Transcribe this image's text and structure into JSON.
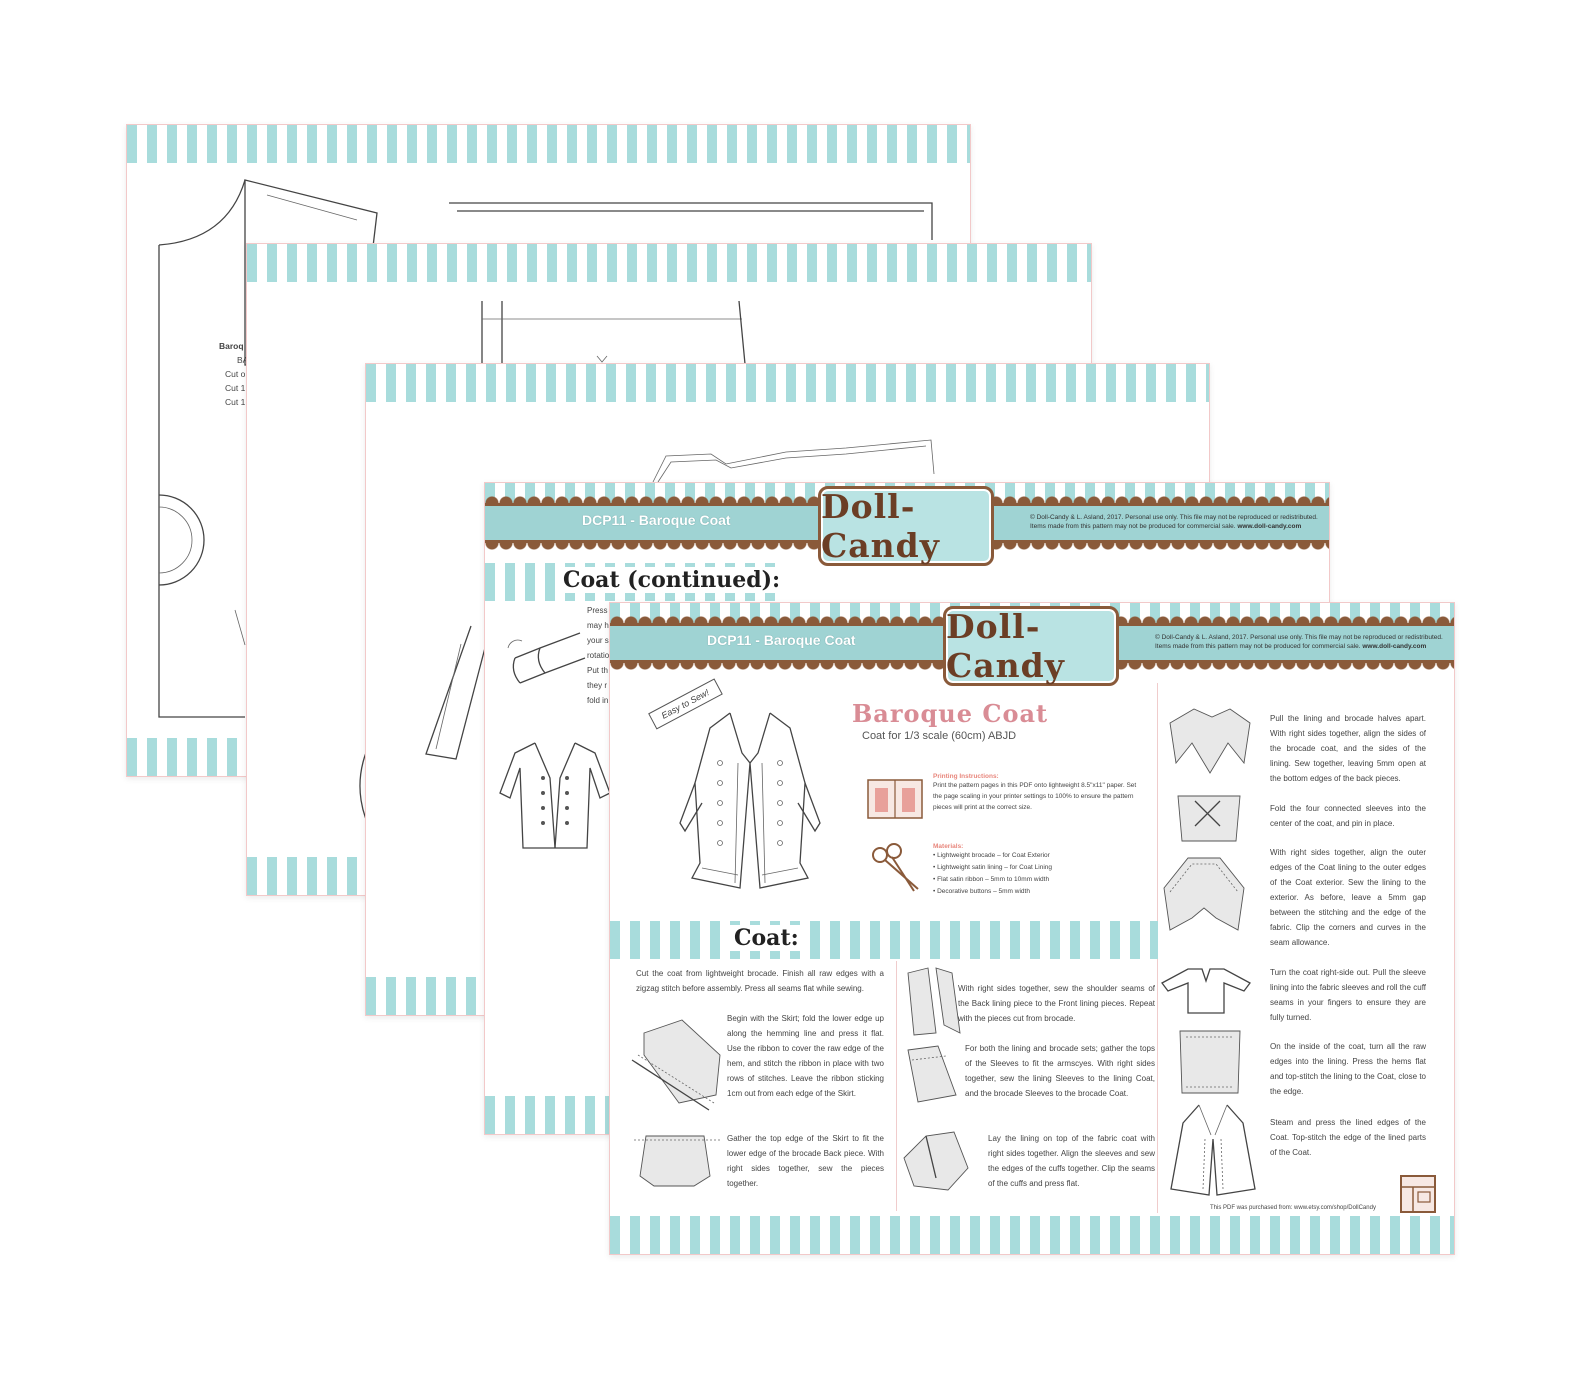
{
  "sheet1": {
    "piece_title": "Baroq",
    "piece_lines": [
      "BA",
      "Cut o",
      "Cut 1",
      "Cut 1"
    ]
  },
  "sheet4": {
    "code": "DCP11 - Baroque Coat",
    "logo": "Doll-Candy",
    "copyright": "© Doll-Candy & L. Asland, 2017. Personal use only. This file may not be reproduced or redistributed. Items made from this pattern may not be produced for commercial sale.",
    "website": "www.doll-candy.com",
    "heading": "Coat (continued):",
    "lines": [
      "Press",
      "may h",
      "your s",
      "rotatio",
      "",
      "Put th",
      "they r",
      "fold in"
    ]
  },
  "front": {
    "code": "DCP11 - Baroque Coat",
    "logo": "Doll-Candy",
    "copyright": "© Doll-Candy & L. Asland, 2017. Personal use only. This file may not be reproduced or redistributed. Items made from this pattern may not be produced for commercial sale.",
    "website": "www.doll-candy.com",
    "badge": "Easy to Sew!",
    "title": "Baroque Coat",
    "subtitle": "Coat for 1/3 scale (60cm) ABJD",
    "printing_heading": "Printing Instructions:",
    "printing_text": "Print the pattern pages in this PDF onto lightweight 8.5\"x11\" paper. Set the page scaling in your printer settings to 100% to ensure the pattern pieces will print at the correct size.",
    "materials_heading": "Materials:",
    "materials": [
      "Lightweight brocade – for Coat Exterior",
      "Lightweight satin lining – for Coat Lining",
      "Flat satin ribbon – 5mm to 10mm width",
      "Decorative buttons – 5mm width"
    ],
    "section_heading": "Coat:",
    "intro": "Cut the coat from lightweight brocade. Finish all raw edges with a zigzag stitch before assembly. Press all seams flat while sewing.",
    "steps_left": [
      "Begin with the Skirt; fold the lower edge up along the hemming line and press it flat. Use the ribbon to cover the raw edge of the hem, and stitch the ribbon in place with two rows of stitches. Leave the ribbon sticking 1cm out from each edge of the Skirt.",
      "Gather the top edge of the Skirt to fit the lower edge of the brocade Back piece. With right sides together, sew the pieces together."
    ],
    "steps_middle": [
      "With right sides together, sew the shoulder seams of the Back lining piece to the Front lining pieces. Repeat with the pieces cut from brocade.",
      "For both the lining and brocade sets; gather the tops of the Sleeves to fit the armscyes. With right sides together, sew the lining Sleeves to the lining Coat, and the brocade Sleeves to the brocade Coat.",
      "Lay the lining on top of the fabric coat with right sides together. Align the sleeves and sew the edges of the cuffs together. Clip the seams of the cuffs and press flat."
    ],
    "steps_right": [
      "Pull the lining and brocade halves apart. With right sides together, align the sides of the brocade coat, and the sides of the lining. Sew together, leaving 5mm open at the bottom edges of the back pieces.",
      "Fold the four connected sleeves into the center of the coat, and pin in place.",
      "With right sides together, align the outer edges of the Coat lining to the outer edges of the Coat exterior. Sew the lining to the exterior. As before, leave a 5mm gap between the stitching and the edge of the fabric. Clip the corners and curves in the seam allowance.",
      "Turn the coat right-side out. Pull the sleeve lining into the fabric sleeves and roll the cuff seams in your fingers to ensure they are fully turned.",
      "On the inside of the coat, turn all the raw edges into the lining. Press the hems flat and top-stitch the lining to the Coat, close to the edge.",
      "Steam and press the lined edges of the Coat. Top-stitch the edge of the lined parts of the Coat."
    ],
    "footer": "This PDF was purchased from: www.etsy.com/shop/DollCandy",
    "colors": {
      "stripe": "#a8dcdc",
      "brown": "#8a5a3a",
      "band": "#9fd3d3",
      "title": "#d98c95",
      "accent": "#e8877d"
    }
  }
}
